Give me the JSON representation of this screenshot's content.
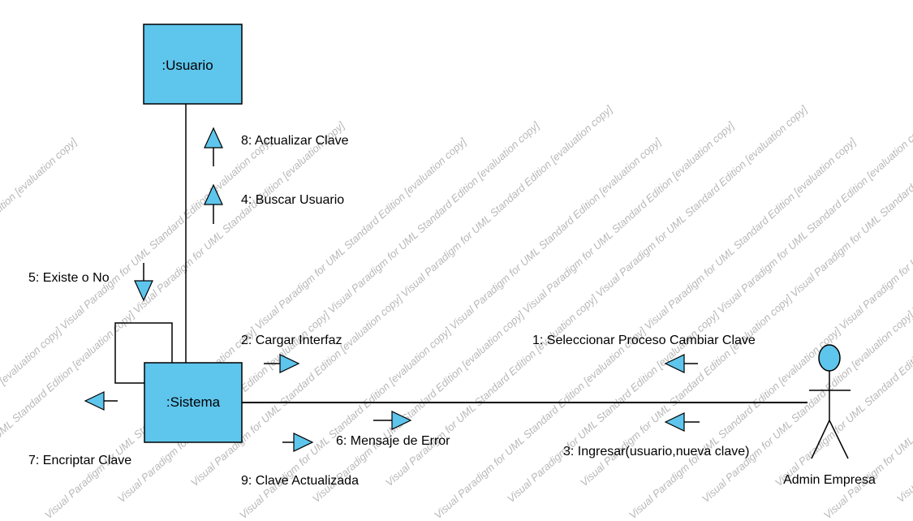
{
  "colors": {
    "object_fill": "#5ec5ec",
    "arrow_fill": "#5ec5ec",
    "line": "#000000",
    "watermark": "#b8b8b8"
  },
  "objects": {
    "usuario": {
      "label": ":Usuario"
    },
    "sistema": {
      "label": ":Sistema"
    }
  },
  "actor": {
    "label": "Admin Empresa",
    "icon": "actor-stick-figure-icon"
  },
  "messages": {
    "m1": "1: Seleccionar Proceso Cambiar Clave",
    "m2": "2: Cargar Interfaz",
    "m3": "3: Ingresar(usuario,nueva clave)",
    "m4": "4: Buscar Usuario",
    "m5": "5: Existe o No",
    "m6": "6: Mensaje de Error",
    "m7": "7: Encriptar Clave",
    "m8": "8: Actualizar Clave",
    "m9": "9: Clave Actualizada"
  },
  "watermark": {
    "part1": "Visual Paradigm for UML Standard Edition",
    "part2": "[evaluation copy]"
  }
}
